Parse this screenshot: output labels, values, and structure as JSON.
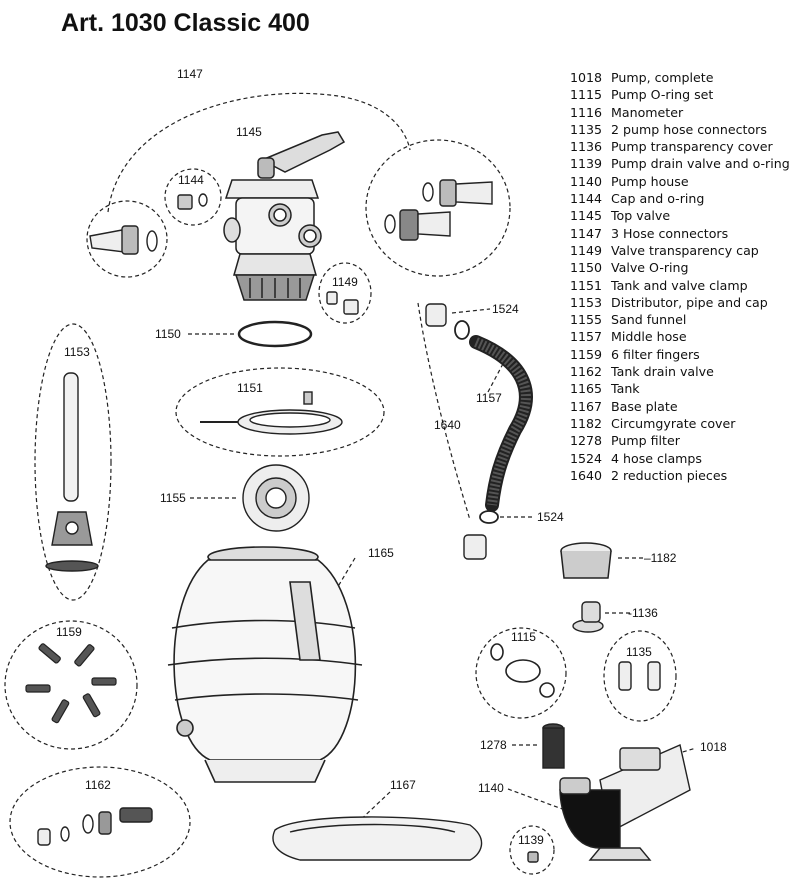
{
  "title": "Art. 1030 Classic 400",
  "parts": [
    {
      "number": "1018",
      "name": "Pump, complete"
    },
    {
      "number": "1115",
      "name": "Pump O-ring set"
    },
    {
      "number": "1116",
      "name": "Manometer"
    },
    {
      "number": "1135",
      "name": "2 pump hose connectors"
    },
    {
      "number": "1136",
      "name": "Pump transparency cover"
    },
    {
      "number": "1139",
      "name": "Pump drain valve and o-ring"
    },
    {
      "number": "1140",
      "name": "Pump house"
    },
    {
      "number": "1144",
      "name": "Cap and o-ring"
    },
    {
      "number": "1145",
      "name": "Top valve"
    },
    {
      "number": "1147",
      "name": "3 Hose connectors"
    },
    {
      "number": "1149",
      "name": "Valve transparency cap"
    },
    {
      "number": "1150",
      "name": "Valve O-ring"
    },
    {
      "number": "1151",
      "name": "Tank and valve clamp"
    },
    {
      "number": "1153",
      "name": "Distributor, pipe and cap"
    },
    {
      "number": "1155",
      "name": "Sand funnel"
    },
    {
      "number": "1157",
      "name": "Middle hose"
    },
    {
      "number": "1159",
      "name": "6 filter fingers"
    },
    {
      "number": "1162",
      "name": "Tank drain valve"
    },
    {
      "number": "1165",
      "name": "Tank"
    },
    {
      "number": "1167",
      "name": "Base plate"
    },
    {
      "number": "1182",
      "name": "Circumgyrate cover"
    },
    {
      "number": "1278",
      "name": "Pump filter"
    },
    {
      "number": "1524",
      "name": "4 hose clamps"
    },
    {
      "number": "1640",
      "name": "2 reduction pieces"
    }
  ],
  "callouts": {
    "c1147": "1147",
    "c1145": "1145",
    "c1144": "1144",
    "c1149": "1149",
    "c1150": "1150",
    "c1153": "1153",
    "c1151": "1151",
    "c1155": "1155",
    "c1165": "1165",
    "c1524a": "1524",
    "c1157": "1157",
    "c1640": "1640",
    "c1524b": "1524",
    "c1182": "–1182",
    "c1136": "-1136",
    "c1115": "1115",
    "c1135": "1135",
    "c1159": "1159",
    "c1278": "1278",
    "c1018": "1018",
    "c1140": "1140",
    "c1162": "1162",
    "c1167": "1167",
    "c1139": "1139"
  }
}
